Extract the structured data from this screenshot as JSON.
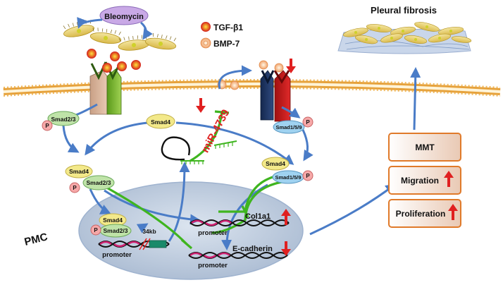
{
  "labels": {
    "bleomycin": "Bleomycin",
    "tgf": "TGF-β1",
    "bmp": "BMP-7",
    "pleural_fibrosis": "Pleural fibrosis",
    "smad23": "Smad2/3",
    "smad4": "Smad4",
    "smad159": "Smad1/5/9",
    "p": "P",
    "mir": "miR-4739",
    "kb": "34kb",
    "promoter": "promoter",
    "col1a1": "Col1a1",
    "ecadherin": "E-cadherin",
    "pmc": "PMC",
    "mmt": "MMT",
    "migration": "Migration",
    "proliferation": "Proliferation"
  },
  "colors": {
    "arrow_blue": "#4a7cc7",
    "inhibit_green": "#3fb51f",
    "up_red": "#e02020",
    "smad23_fill": "#bfe3a8",
    "smad4_fill": "#f3e98a",
    "smad159_fill": "#9fd2f0",
    "nucleus": "#c7d3e3",
    "box_border": "#e07a2a"
  }
}
